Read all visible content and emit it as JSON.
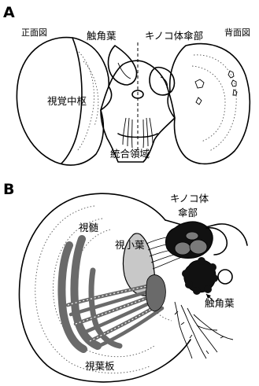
{
  "panel_a": {
    "letter": "A",
    "labels": {
      "frontal_view": "正面図",
      "antennal_lobe": "触角葉",
      "mushroom_body_calyx": "キノコ体傘部",
      "dorsal_view": "背面図",
      "optic_center": "視覚中枢",
      "integration_area": "統合領域"
    }
  },
  "panel_b": {
    "letter": "B",
    "labels": {
      "mushroom_body_line1": "キノコ体",
      "mushroom_body_line2": "傘部",
      "medulla": "視髄",
      "lobula": "視小葉",
      "antennal_lobe": "触角葉",
      "lamina": "視葉板"
    }
  },
  "colors": {
    "line": "#000000",
    "lobula_fill": "#c8c8c8",
    "medulla_columns": "#6a6a6a",
    "mushroom_body_dark": "#111111",
    "mushroom_body_mid": "#7a7a7a"
  }
}
